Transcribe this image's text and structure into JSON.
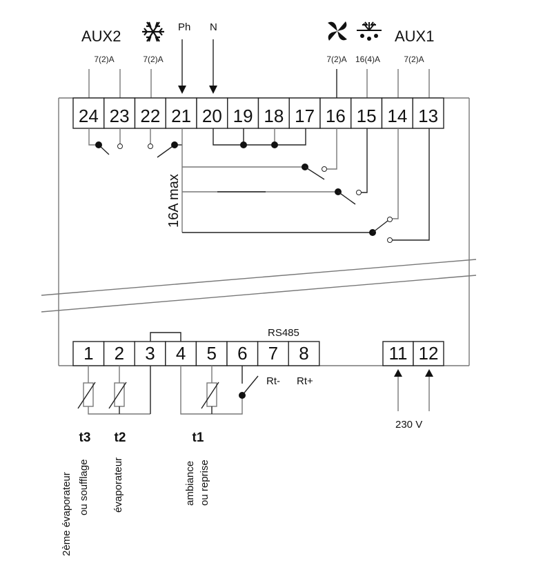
{
  "top_terminals": [
    "24",
    "23",
    "22",
    "21",
    "20",
    "19",
    "18",
    "17",
    "16",
    "15",
    "14",
    "13"
  ],
  "bottom_terminals": [
    "1",
    "2",
    "3",
    "4",
    "5",
    "6",
    "7",
    "8"
  ],
  "power_terminals": [
    "11",
    "12"
  ],
  "labels": {
    "aux2": "AUX2",
    "aux1": "AUX1",
    "ph": "Ph",
    "n": "N",
    "rating_aux2": "7(2)A",
    "rating_cold": "7(2)A",
    "rating_fan": "7(2)A",
    "rating_defrost": "16(4)A",
    "rating_aux1": "7(2)A",
    "max_current": "16A max",
    "rs485": "RS485",
    "rt_minus": "Rt-",
    "rt_plus": "Rt+",
    "voltage": "230 V"
  },
  "sensors": [
    {
      "id": "t3",
      "desc1": "2ème évaporateur",
      "desc2": "ou soufflage"
    },
    {
      "id": "t2",
      "desc1": "évaporateur"
    },
    {
      "id": "t1",
      "desc1": "ambiance",
      "desc2": "ou reprise"
    }
  ],
  "icons": [
    "snowflake-icon",
    "fan-icon",
    "defrost-icon"
  ]
}
